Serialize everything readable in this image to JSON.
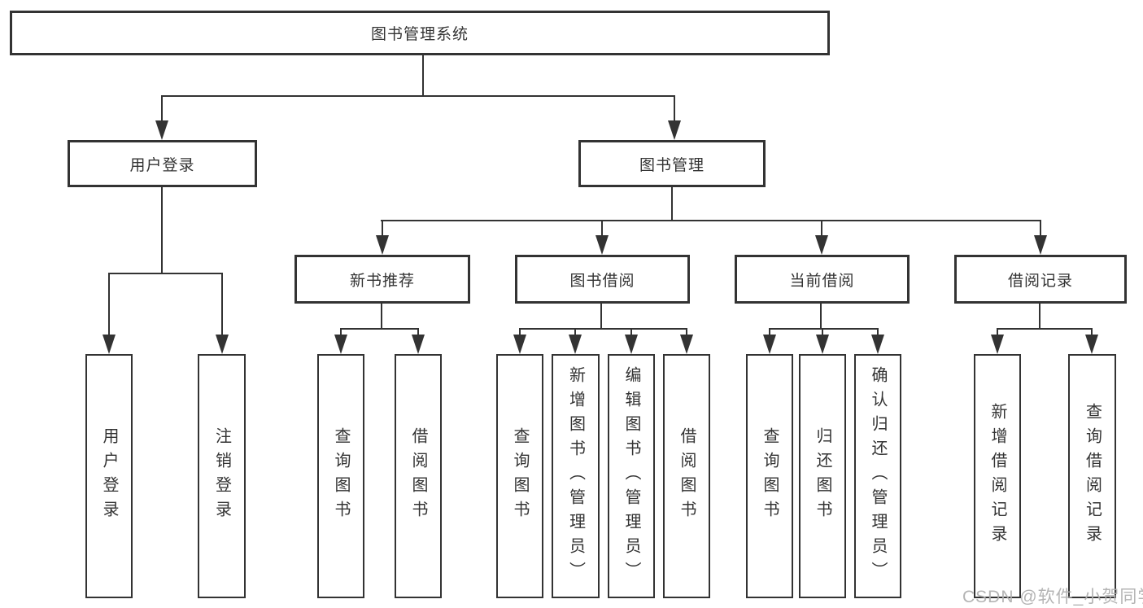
{
  "nodes": {
    "root": "图书管理系统",
    "user_login": "用户登录",
    "book_mgmt": "图书管理",
    "new_books": "新书推荐",
    "book_borrow": "图书借阅",
    "current_borrow": "当前借阅",
    "borrow_records": "借阅记录",
    "leaf_user_login": "用户登录",
    "leaf_logout": "注销登录",
    "leaf_nb_query": "查询图书",
    "leaf_nb_borrow": "借阅图书",
    "leaf_bb_query": "查询图书",
    "leaf_bb_add": "新增图书（管理员）",
    "leaf_bb_edit": "编辑图书（管理员）",
    "leaf_bb_borrow": "借阅图书",
    "leaf_cb_query": "查询图书",
    "leaf_cb_return": "归还图书",
    "leaf_cb_confirm": "确认归还（管理员）",
    "leaf_br_add": "新增借阅记录",
    "leaf_br_query": "查询借阅记录"
  },
  "watermark": {
    "text": "CSDN @软件_小贺同学"
  },
  "colors": {
    "line": "#333333",
    "box_border": "#333333",
    "box_fill": "#ffffff",
    "text": "#333333",
    "watermark": "#b0b0b0",
    "background": "#ffffff"
  }
}
